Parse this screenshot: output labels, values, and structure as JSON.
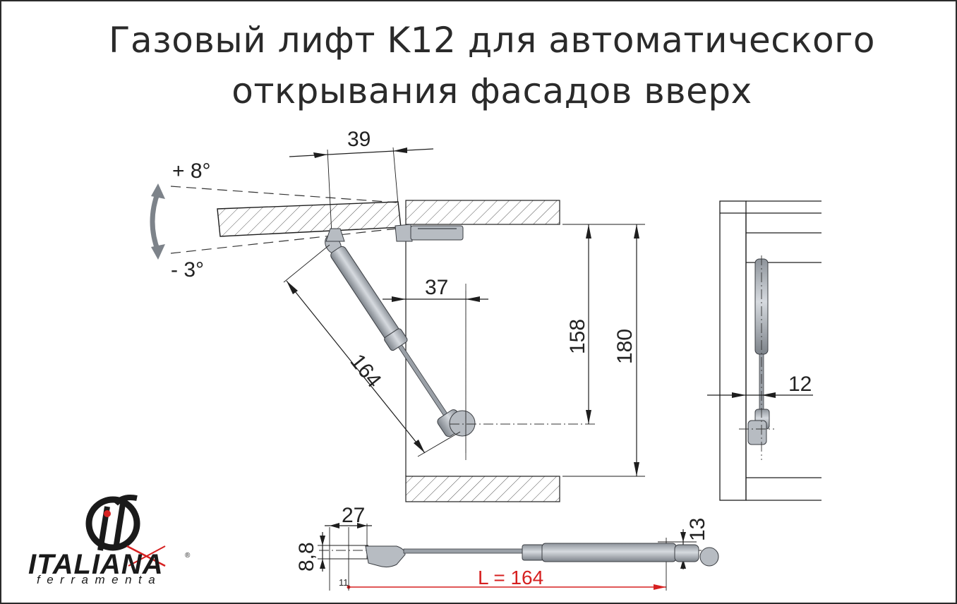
{
  "title": {
    "line1": "Газовый лифт K12 для автоматического",
    "line2": "открывания фасадов вверх"
  },
  "dimensions": {
    "width_top": "39",
    "angle_up": "+ 8°",
    "angle_down": "- 3°",
    "length_diag": "164",
    "offset": "37",
    "height_inner": "158",
    "height_outer": "180",
    "side_offset": "12",
    "fitting_width": "27",
    "fitting_height": "8,8",
    "end_height": "13",
    "start_gap": "11",
    "total_length": "L = 164"
  },
  "logo": {
    "wordmark": "ITALIANA",
    "subtitle": "ferramenta",
    "registered": "®"
  },
  "colors": {
    "line": "#1e1e1e",
    "part": "#b7bcc2",
    "accent_red": "#d62020"
  }
}
